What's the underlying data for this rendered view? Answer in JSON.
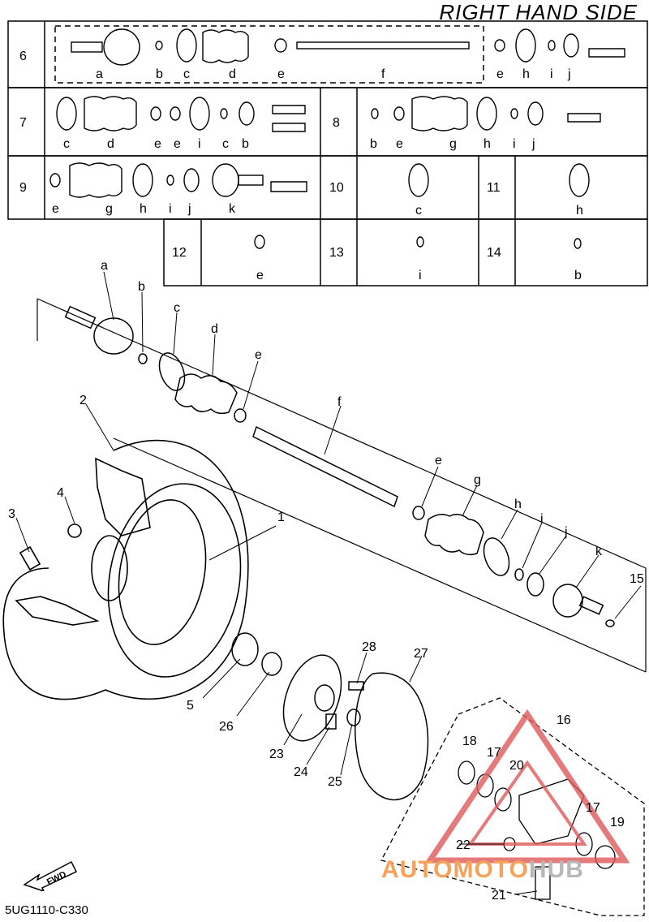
{
  "title": "RIGHT HAND SIDE",
  "code": "5UG1110-C330",
  "fwd": "FWD",
  "watermark": {
    "part1": "AUTOMOTO",
    "part2": "HUB"
  },
  "kit_table": {
    "rows": [
      {
        "num": "6",
        "letters": [
          "a",
          "b",
          "c",
          "d",
          "e",
          "f",
          "e",
          "h",
          "i",
          "j"
        ]
      },
      {
        "num": "7",
        "letters": [
          "c",
          "d",
          "e",
          "e",
          "i",
          "c",
          "b"
        ]
      },
      {
        "num": "8",
        "letters": [
          "b",
          "e",
          "g",
          "h",
          "i",
          "j"
        ]
      },
      {
        "num": "9",
        "letters": [
          "e",
          "g",
          "h",
          "i",
          "j",
          "k"
        ]
      },
      {
        "num": "10",
        "letters": [
          "c"
        ]
      },
      {
        "num": "11",
        "letters": [
          "h"
        ]
      },
      {
        "num": "12",
        "letters": [
          "e"
        ]
      },
      {
        "num": "13",
        "letters": [
          "i"
        ]
      },
      {
        "num": "14",
        "letters": [
          "b"
        ]
      }
    ]
  },
  "callouts": {
    "a": "a",
    "b": "b",
    "c": "c",
    "d": "d",
    "e1": "e",
    "f": "f",
    "e2": "e",
    "g": "g",
    "h": "h",
    "i": "i",
    "j": "j",
    "k": "k",
    "n1": "1",
    "n2": "2",
    "n3": "3",
    "n4": "4",
    "n5": "5",
    "n15": "15",
    "n16": "16",
    "n17a": "17",
    "n17b": "17",
    "n18": "18",
    "n19": "19",
    "n20": "20",
    "n21": "21",
    "n22": "22",
    "n23": "23",
    "n24": "24",
    "n25": "25",
    "n26": "26",
    "n27": "27",
    "n28": "28"
  }
}
